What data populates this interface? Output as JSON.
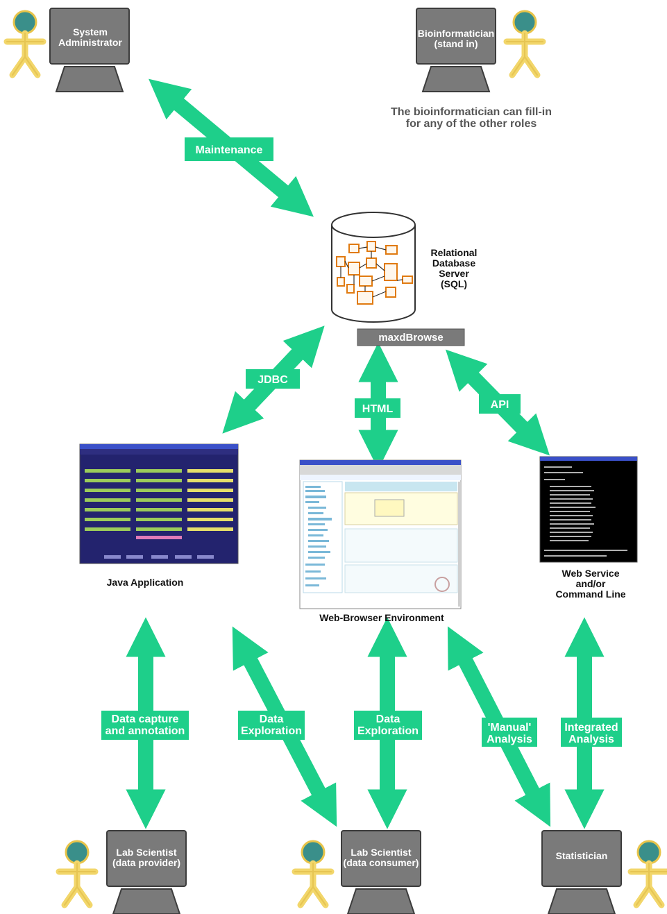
{
  "actors": {
    "system_admin": [
      "System",
      "Administrator"
    ],
    "bioinformatician": [
      "Bioinformatician",
      "(stand in)"
    ],
    "bioinformatician_note": [
      "The bioinformatician can fill-in",
      "for any of the other roles"
    ],
    "lab_provider": [
      "Lab Scientist",
      "(data provider)"
    ],
    "lab_consumer": [
      "Lab Scientist",
      "(data consumer)"
    ],
    "statistician": [
      "Statistician"
    ]
  },
  "database": {
    "label": [
      "Relational",
      "Database",
      "Server",
      "(SQL)"
    ],
    "gateway": "maxdBrowse"
  },
  "interfaces": {
    "java_app": "Java Application",
    "web_browser": "Web-Browser Environment",
    "web_service": [
      "Web Service",
      "and/or",
      "Command Line"
    ]
  },
  "links": {
    "maintenance": "Maintenance",
    "jdbc": "JDBC",
    "html": "HTML",
    "api": "API",
    "data_capture": [
      "Data capture",
      "and annotation"
    ],
    "data_exploration_java": [
      "Data",
      "Exploration"
    ],
    "data_exploration_web": [
      "Data",
      "Exploration"
    ],
    "manual_analysis": [
      "'Manual'",
      "Analysis"
    ],
    "integrated_analysis": [
      "Integrated",
      "Analysis"
    ]
  },
  "colors": {
    "arrow": "#1ecf8a",
    "actor_head": "#3a8f8a",
    "actor_body": "#f2d66a",
    "monitor": "#7a7a7a",
    "monitor_border": "#3c3c3c",
    "java_bg": "#23236e",
    "terminal_bg": "#000000"
  }
}
